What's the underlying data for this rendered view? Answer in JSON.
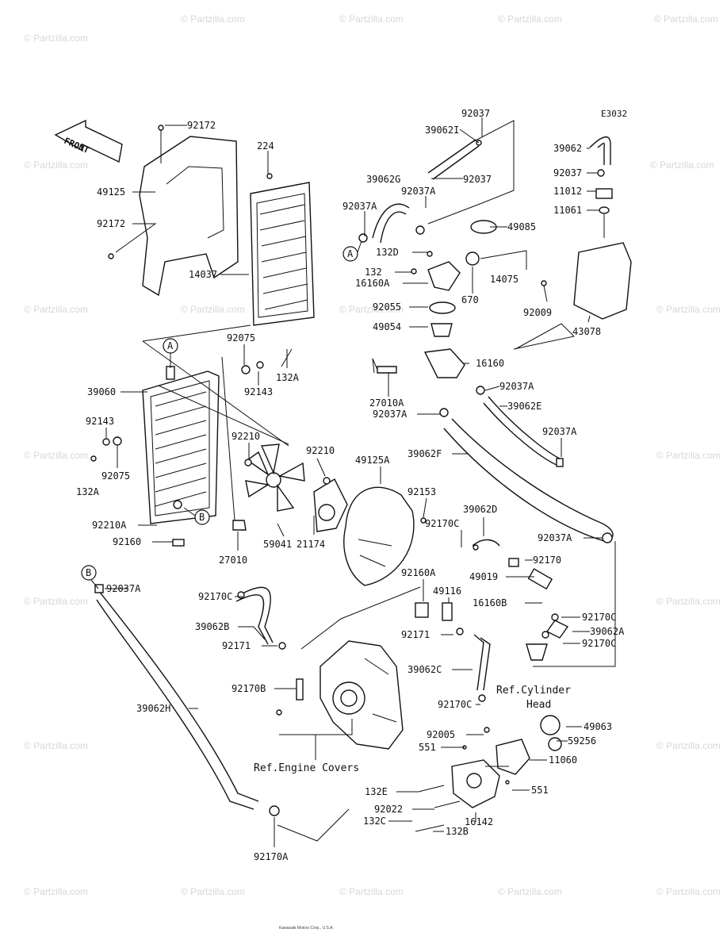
{
  "diagram_code": "E3032",
  "front_label": "FRONT",
  "watermark": "© Partzilla.com",
  "parts": [
    {
      "label": "92172"
    },
    {
      "label": "49125"
    },
    {
      "label": "92172"
    },
    {
      "label": "224"
    },
    {
      "label": "14037"
    },
    {
      "label": "39062I"
    },
    {
      "label": "92037"
    },
    {
      "label": "39062G"
    },
    {
      "label": "92037"
    },
    {
      "label": "92037A"
    },
    {
      "label": "92037A"
    },
    {
      "label": "49085"
    },
    {
      "label": "132D"
    },
    {
      "label": "132"
    },
    {
      "label": "16160A"
    },
    {
      "label": "670"
    },
    {
      "label": "14075"
    },
    {
      "label": "92055"
    },
    {
      "label": "49054"
    },
    {
      "label": "39062"
    },
    {
      "label": "92037"
    },
    {
      "label": "11012"
    },
    {
      "label": "11061"
    },
    {
      "label": "92009"
    },
    {
      "label": "43078"
    },
    {
      "label": "92075"
    },
    {
      "label": "132A"
    },
    {
      "label": "92143"
    },
    {
      "label": "39060"
    },
    {
      "label": "92143"
    },
    {
      "label": "92075"
    },
    {
      "label": "132A"
    },
    {
      "label": "16160"
    },
    {
      "label": "27010A"
    },
    {
      "label": "92037A"
    },
    {
      "label": "92037A"
    },
    {
      "label": "39062E"
    },
    {
      "label": "92037A"
    },
    {
      "label": "39062F"
    },
    {
      "label": "92210"
    },
    {
      "label": "92210"
    },
    {
      "label": "49125A"
    },
    {
      "label": "92153"
    },
    {
      "label": "92210A"
    },
    {
      "label": "92160"
    },
    {
      "label": "59041"
    },
    {
      "label": "21174"
    },
    {
      "label": "27010"
    },
    {
      "label": "39062D"
    },
    {
      "label": "92170C"
    },
    {
      "label": "92037A"
    },
    {
      "label": "92170"
    },
    {
      "label": "49019"
    },
    {
      "label": "92037A"
    },
    {
      "label": "92160A"
    },
    {
      "label": "49116"
    },
    {
      "label": "16160B"
    },
    {
      "label": "92170C"
    },
    {
      "label": "92170C"
    },
    {
      "label": "39062A"
    },
    {
      "label": "39062B"
    },
    {
      "label": "92171"
    },
    {
      "label": "92171"
    },
    {
      "label": "92170C"
    },
    {
      "label": "39062C"
    },
    {
      "label": "92170B"
    },
    {
      "label": "39062H"
    },
    {
      "label": "92170C"
    },
    {
      "label": "92005"
    },
    {
      "label": "49063"
    },
    {
      "label": "59256"
    },
    {
      "label": "551"
    },
    {
      "label": "11060"
    },
    {
      "label": "551"
    },
    {
      "label": "132E"
    },
    {
      "label": "92022"
    },
    {
      "label": "16142"
    },
    {
      "label": "132C"
    },
    {
      "label": "132B"
    },
    {
      "label": "92170A"
    }
  ],
  "callouts": [
    {
      "letter": "A"
    },
    {
      "letter": "A"
    },
    {
      "letter": "B"
    },
    {
      "letter": "B"
    }
  ],
  "references": [
    {
      "line1": "Ref.Cylinder",
      "line2": "Head"
    },
    {
      "line1": "Ref.Engine Covers"
    }
  ],
  "copyright_line1": "Kawasaki Motors Corp., U.S.A.",
  "copyright_line2": ""
}
